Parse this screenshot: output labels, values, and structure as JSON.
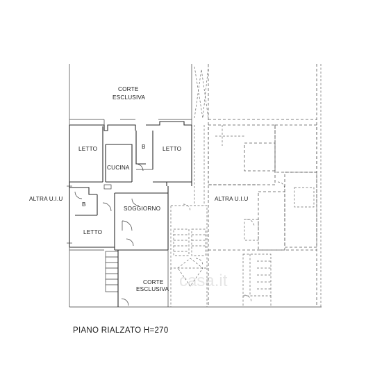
{
  "plan": {
    "labels": {
      "corte_top_1": "CORTE",
      "corte_top_2": "ESCLUSIVA",
      "letto_1": "LETTO",
      "b_1": "B",
      "letto_2": "LETTO",
      "cucina": "CUCINA",
      "altra_uiu_left": "ALTRA U.I.U",
      "b_2": "B",
      "soggiorno": "SOGGIORNO",
      "letto_3": "LETTO",
      "altra_uiu_right": "ALTRA U.I.U",
      "corte_bottom_1": "CORTE",
      "corte_bottom_2": "ESCLUSIVA"
    },
    "caption": "PIANO RIALZATO H=270",
    "watermark": "casa.it"
  }
}
